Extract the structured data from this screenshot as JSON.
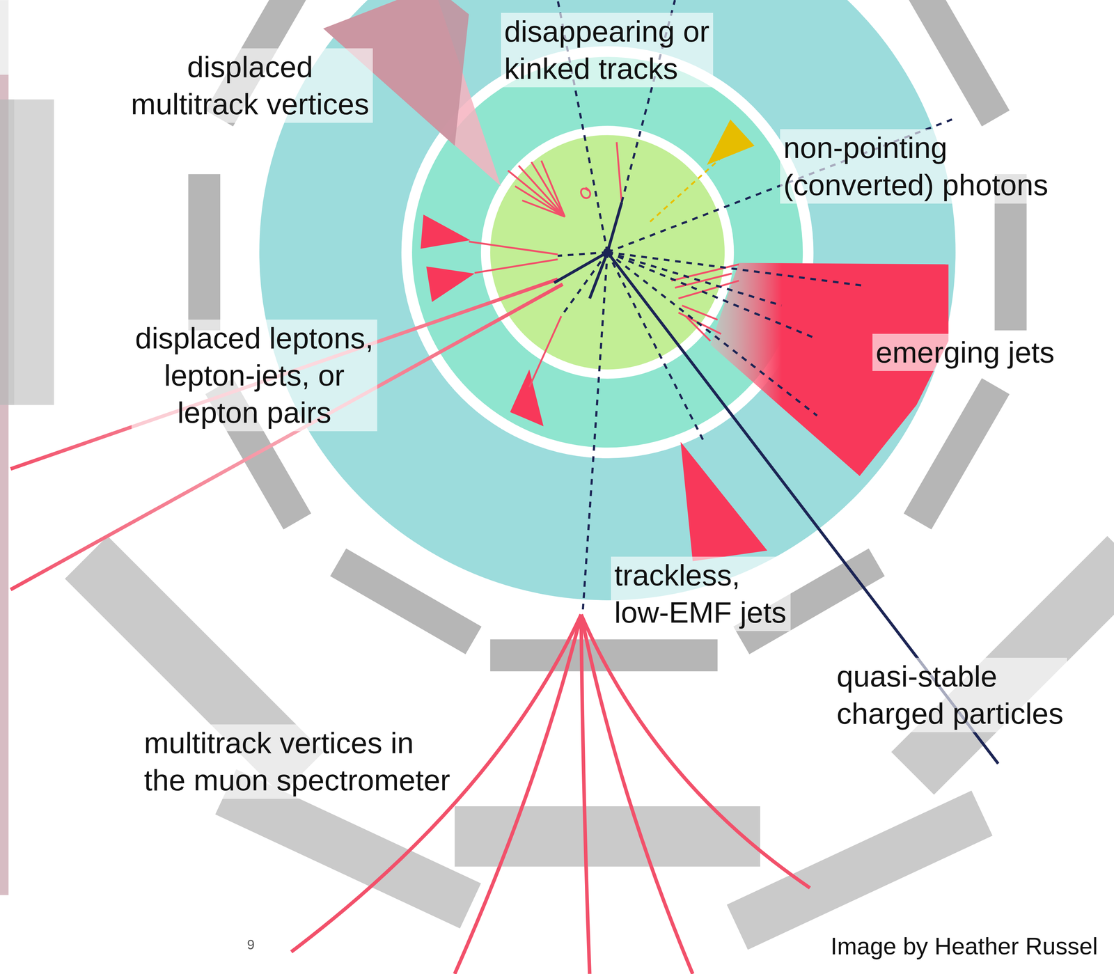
{
  "diagram": {
    "labels": [
      "displaced multitrack vertices",
      "disappearing or kinked tracks",
      "non-pointing (converted) photons",
      "displaced leptons, lepton-jets, or lepton pairs",
      "emerging jets",
      "trackless, low-EMF jets",
      "quasi-stable charged particles",
      "multitrack vertices in the muon spectrometer",
      "Image by Heather Russel",
      "9"
    ]
  }
}
